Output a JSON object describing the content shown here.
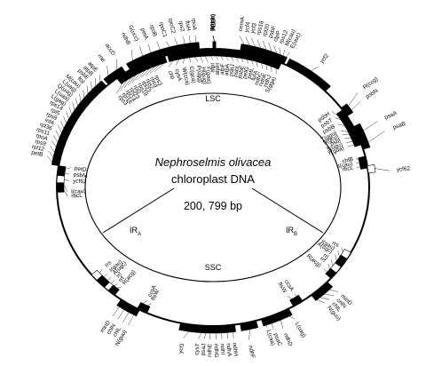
{
  "genome": {
    "organism": "Nephroselmis olivacea",
    "descriptor": "chloroplast DNA",
    "size": "200, 799 bp"
  },
  "regions": {
    "lsc": "LSC",
    "ssc": "SSC",
    "ira": {
      "base": "IR",
      "sub": "A"
    },
    "irb": {
      "base": "IR",
      "sub": "B"
    }
  },
  "genes": [
    {
      "name": "ycf2"
    },
    {
      "name": "R(ccg)"
    },
    {
      "name": "psbN"
    },
    {
      "name": "psaA"
    },
    {
      "name": "psaB"
    },
    {
      "name": "psbH"
    },
    {
      "name": "psbT"
    },
    {
      "name": "psbB"
    },
    {
      "name": "T(ggu)"
    },
    {
      "name": "S(gcu)"
    },
    {
      "name": "psbI"
    },
    {
      "name": "T(ugu)"
    },
    {
      "name": "Y(gua)"
    },
    {
      "name": "chlB"
    },
    {
      "name": "I(cau)"
    },
    {
      "name": "rbcL"
    },
    {
      "name": "ycf62"
    },
    {
      "name": "rrs"
    },
    {
      "name": "I(gau)"
    },
    {
      "name": "A(ugc)"
    },
    {
      "name": "rrl"
    },
    {
      "name": "rrf"
    },
    {
      "name": "R(acg)"
    },
    {
      "name": "minD"
    },
    {
      "name": "cnlN"
    },
    {
      "name": "chlL"
    },
    {
      "name": "N(guu)"
    },
    {
      "name": "ccsA"
    },
    {
      "name": "ftsW"
    },
    {
      "name": "L(uag)"
    },
    {
      "name": "ndhD"
    },
    {
      "name": "psaC"
    },
    {
      "name": "L(caa)"
    },
    {
      "name": "ndhF"
    },
    {
      "name": "ndhH"
    },
    {
      "name": "ndhA"
    },
    {
      "name": "ndhI"
    },
    {
      "name": "ndhG"
    },
    {
      "name": "ndhE"
    },
    {
      "name": "psaJ"
    },
    {
      "name": "cysT"
    },
    {
      "name": "ycf1"
    },
    {
      "name": "N(guu)"
    },
    {
      "name": "chlL"
    },
    {
      "name": "chlN"
    },
    {
      "name": "minD"
    },
    {
      "name": "ftsW"
    },
    {
      "name": "ccsA"
    },
    {
      "name": "R(acg)"
    },
    {
      "name": "rrf"
    },
    {
      "name": "rrl"
    },
    {
      "name": "A(ugc)"
    },
    {
      "name": "I(gau)"
    },
    {
      "name": "rrs"
    },
    {
      "name": "rbcL"
    },
    {
      "name": "I(cau)"
    },
    {
      "name": "ycf62"
    },
    {
      "name": "psbM"
    },
    {
      "name": "petD"
    },
    {
      "name": "petB"
    },
    {
      "name": "rpl12"
    },
    {
      "name": "rps9"
    },
    {
      "name": "rpoA"
    },
    {
      "name": "rps11"
    },
    {
      "name": "rpl36"
    },
    {
      "name": "infA"
    },
    {
      "name": "rps8"
    },
    {
      "name": "rpl5"
    },
    {
      "name": "rps14"
    },
    {
      "name": "L(gag)"
    },
    {
      "name": "L(uaa)"
    },
    {
      "name": "Q(uug)"
    },
    {
      "name": "L(uag)"
    },
    {
      "name": "M(cau)"
    },
    {
      "name": "ftsl"
    },
    {
      "name": "psbE"
    },
    {
      "name": "atpB"
    },
    {
      "name": "atpE"
    },
    {
      "name": "rne"
    },
    {
      "name": "accD"
    },
    {
      "name": "rps3"
    },
    {
      "name": "rpl16"
    },
    {
      "name": "rpl14"
    },
    {
      "name": "rpl23"
    },
    {
      "name": "rpl2"
    },
    {
      "name": "rps19"
    },
    {
      "name": "rpl22"
    },
    {
      "name": "rps2"
    },
    {
      "name": "rps4"
    },
    {
      "name": "rps3"
    },
    {
      "name": "ndhB"
    },
    {
      "name": "G(ucc)"
    },
    {
      "name": "petA"
    },
    {
      "name": "rpoB"
    },
    {
      "name": "rpoC1"
    },
    {
      "name": "rpoC2"
    },
    {
      "name": "rps2"
    },
    {
      "name": "ftsH"
    },
    {
      "name": "rpoA"
    },
    {
      "name": "chlI"
    },
    {
      "name": "cysA"
    },
    {
      "name": "W(cca)"
    },
    {
      "name": "C(gca)"
    },
    {
      "name": "P(ugg)"
    },
    {
      "name": "H(gug)"
    },
    {
      "name": "F(gaa)"
    },
    {
      "name": "atpI"
    },
    {
      "name": "atpH"
    },
    {
      "name": "atpF"
    },
    {
      "name": "atpA"
    },
    {
      "name": "psbJ"
    },
    {
      "name": "psbL"
    },
    {
      "name": "cemA"
    },
    {
      "name": "ycf4"
    },
    {
      "name": "ycf3"
    },
    {
      "name": "rps18"
    },
    {
      "name": "rpl20"
    },
    {
      "name": "psbF"
    },
    {
      "name": "psbE"
    },
    {
      "name": "petG"
    },
    {
      "name": "petL"
    },
    {
      "name": "clpP"
    },
    {
      "name": "rps12"
    },
    {
      "name": "tufA"
    },
    {
      "name": "ndhC"
    },
    {
      "name": "ndhK"
    },
    {
      "name": "ndhJ"
    },
    {
      "name": "S(gga)"
    },
    {
      "name": "M(cau)"
    },
    {
      "name": "E(uuc)"
    },
    {
      "name": "K(uuu)"
    },
    {
      "name": "ycf12"
    },
    {
      "name": "R(ucu)"
    },
    {
      "name": "D(guc)"
    },
    {
      "name": "S(uga)"
    }
  ]
}
